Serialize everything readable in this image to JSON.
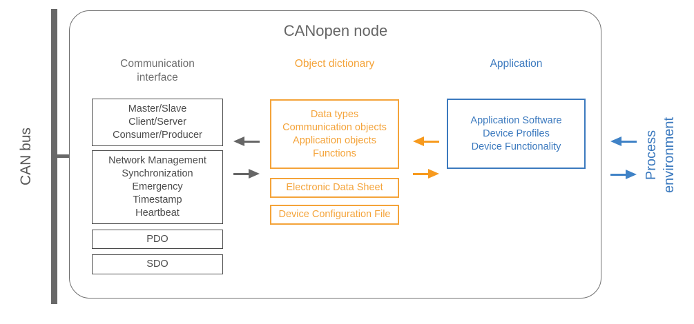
{
  "diagram": {
    "title": "CANopen node",
    "can_bus_label": "CAN bus",
    "process_environment_label": "Process environment"
  },
  "columns": [
    {
      "header": "Communication interface",
      "boxes": [
        {
          "lines": [
            "Master/Slave",
            "Client/Server",
            "Consumer/Producer"
          ]
        },
        {
          "lines": [
            "Network Management",
            "Synchronization",
            "Emergency",
            "Timestamp",
            "Heartbeat"
          ]
        },
        {
          "lines": [
            "PDO"
          ]
        },
        {
          "lines": [
            "SDO"
          ]
        }
      ]
    },
    {
      "header": "Object dictionary",
      "boxes": [
        {
          "lines": [
            "Data types",
            "Communication objects",
            "Application objects",
            "Functions"
          ]
        },
        {
          "lines": [
            "Electronic Data Sheet"
          ]
        },
        {
          "lines": [
            "Device Configuration File"
          ]
        }
      ]
    },
    {
      "header": "Application",
      "boxes": [
        {
          "lines": [
            "Application Software",
            "Device Profiles",
            "Device Functionality"
          ]
        }
      ]
    }
  ],
  "arrows": [
    {
      "name": "object-dictionary-to-communication-interface",
      "direction": "left",
      "color_group": "gray"
    },
    {
      "name": "communication-interface-to-object-dictionary",
      "direction": "right",
      "color_group": "gray"
    },
    {
      "name": "application-to-object-dictionary",
      "direction": "left",
      "color_group": "orange"
    },
    {
      "name": "object-dictionary-to-application",
      "direction": "right",
      "color_group": "orange"
    },
    {
      "name": "process-environment-to-node",
      "direction": "left",
      "color_group": "blue"
    },
    {
      "name": "node-to-process-environment",
      "direction": "right",
      "color_group": "blue"
    }
  ],
  "colors": {
    "orange": "#F4A339",
    "orange_arrow": "#F79A1E",
    "blue": "#3B79BE",
    "blue_arrow": "#3F82C6",
    "gray_title": "#666666",
    "gray_header": "#6E6E6E",
    "gray_box_text": "#4B4B4B",
    "gray_box_border": "#4B4B4B",
    "node_border": "#707070",
    "bus_bar": "#686868",
    "gray_arrow": "#666666"
  }
}
